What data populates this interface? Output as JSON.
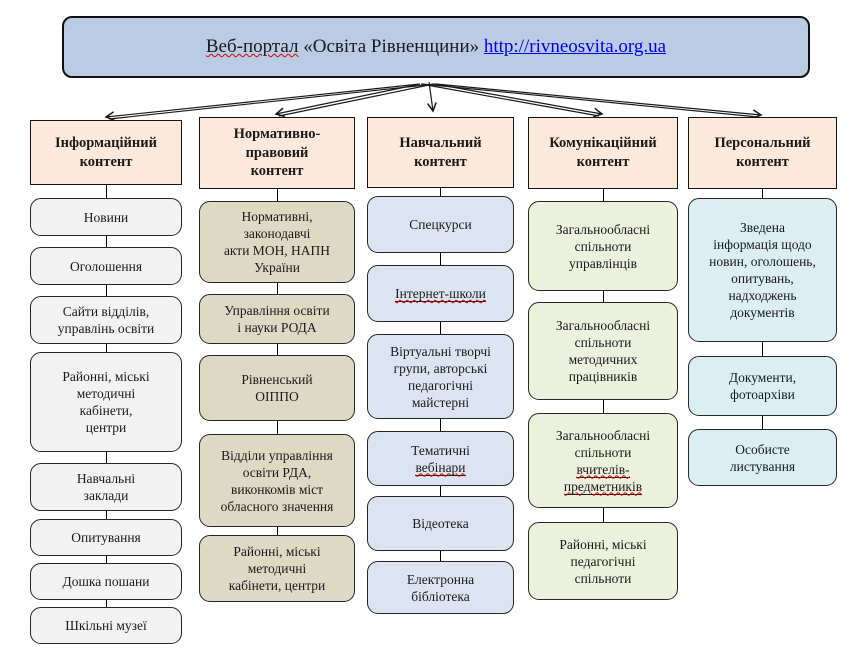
{
  "title": {
    "word_misspelled": "Веб-портал",
    "middle": " «Освіта Рівненщини» ",
    "link": "http://rivneosvita.org.ua",
    "fill": "#b8cce4"
  },
  "header_fill": "#fde9d9",
  "line_color": "#1a1a1a",
  "columns": [
    {
      "header": "Інформаційний\nконтент",
      "item_fill": "#f2f2f2",
      "items": [
        {
          "pre": "Новини"
        },
        {
          "pre": "Оголошення"
        },
        {
          "pre": "Сайти відділів,\nуправлінь  освіти"
        },
        {
          "pre": "Районні, міські\nметодичні\nкабінети,\nцентри"
        },
        {
          "pre": "Навчальні\nзаклади"
        },
        {
          "pre": "Опитування"
        },
        {
          "pre": "Дошка пошани"
        },
        {
          "pre": "Шкільні музеї"
        }
      ]
    },
    {
      "header": "Нормативно-\nправовий\nконтент",
      "item_fill": "#ddd9c3",
      "items": [
        {
          "pre": "Нормативні,\nзаконодавчі\nакти МОН, НАПН\nУкраїни"
        },
        {
          "pre": "Управління освіти\nі науки РОДА"
        },
        {
          "pre": "Рівненський\nОІППО"
        },
        {
          "pre": "Відділи управління\nосвіти РДА,\nвиконкомів міст\nобласного значення"
        },
        {
          "pre": "Районні, міські\nметодичні\nкабінети, центри"
        }
      ]
    },
    {
      "header": "Навчальний\nконтент",
      "item_fill": "#dbe5f1",
      "items": [
        {
          "pre": "Спецкурси"
        },
        {
          "pre": "",
          "marked": "Інтернет-школи"
        },
        {
          "pre": "Віртуальні творчі\nгрупи, авторські\nпедагогічні\nмайстерні"
        },
        {
          "pre": "Тематичні\n",
          "marked": "вебінари"
        },
        {
          "pre": "Відеотека"
        },
        {
          "pre": "Електронна\nбібліотека"
        }
      ]
    },
    {
      "header": "Комунікаційний\nконтент",
      "item_fill": "#ebf1dd",
      "items": [
        {
          "pre": "Загальнообласні\nспільноти\nуправлінців"
        },
        {
          "pre": "Загальнообласні\nспільноти\nметодичних\nпрацівників"
        },
        {
          "pre": "Загальнообласні\nспільноти\n",
          "marked": "вчителів-\nпредметників"
        },
        {
          "pre": "Районні, міські\nпедагогічні\nспільноти"
        }
      ]
    },
    {
      "header": "Персональний\nконтент",
      "item_fill": "#daeef3",
      "items": [
        {
          "pre": "Зведена\nінформація щодо\nновин, оголошень,\nопитувань,\nнадходжень\nдокументів"
        },
        {
          "pre": "Документи,\nфотоархіви"
        },
        {
          "pre": "Особисте\nлистування"
        }
      ]
    }
  ]
}
